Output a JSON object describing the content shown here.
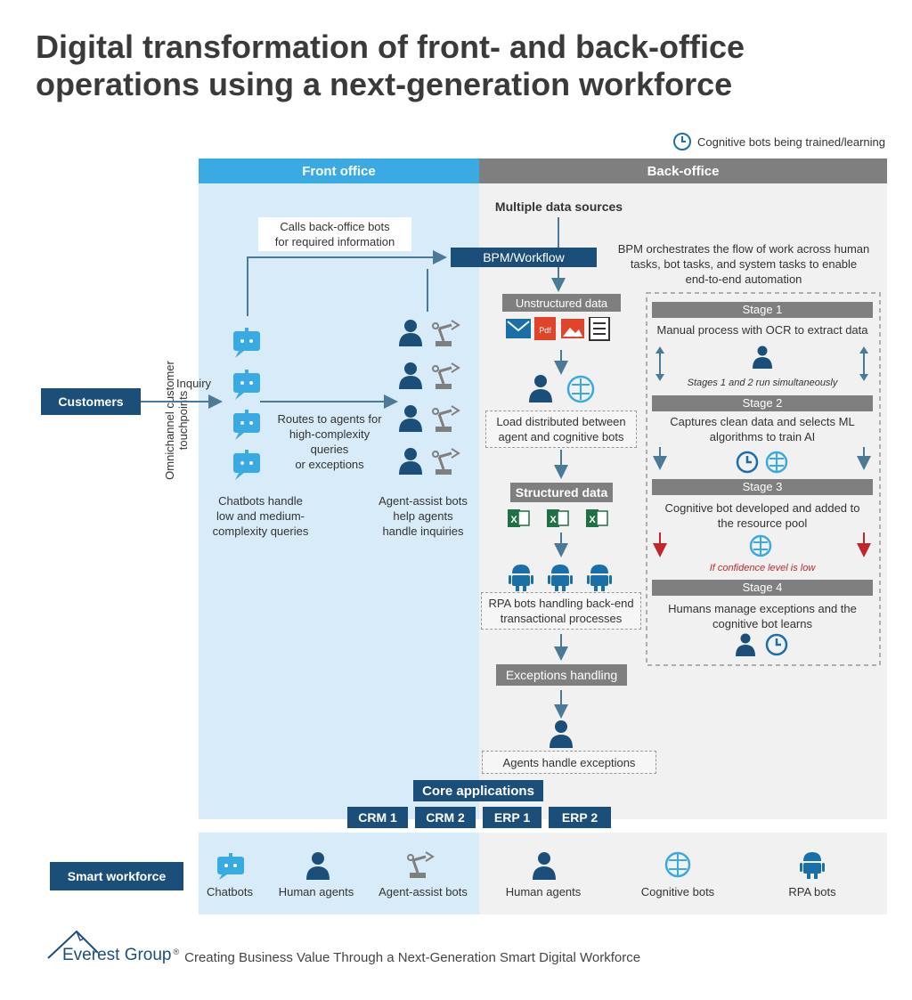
{
  "title": "Digital transformation of front- and back-office operations using a next-generation workforce",
  "legend": {
    "icon": "clock-icon",
    "text": "Cognitive bots being trained/learning"
  },
  "front_office": {
    "label": "Front office"
  },
  "back_office": {
    "label": "Back-office"
  },
  "customers": "Customers",
  "omnichannel": "Omnichannel customer touchpoints",
  "inquiry": "Inquiry",
  "calls_back_office": [
    "Calls back-office bots",
    "for required information"
  ],
  "routes_to_agents": [
    "Routes to agents for",
    "high-complexity",
    "queries",
    "or exceptions"
  ],
  "chatbots_caption": [
    "Chatbots handle",
    "low and medium-",
    "complexity queries"
  ],
  "agent_assist_caption": [
    "Agent-assist bots",
    "help agents",
    "handle inquiries"
  ],
  "multiple_data_sources": "Multiple data sources",
  "bpm_workflow": "BPM/Workflow",
  "bpm_description": [
    "BPM orchestrates the flow of work across human",
    "tasks, bot tasks, and system tasks to enable",
    "end-to-end automation"
  ],
  "unstructured_data": "Unstructured data",
  "unstructured_icons": {
    "pdf": "Pdf"
  },
  "load_distributed": [
    "Load distributed between",
    "agent and cognitive bots"
  ],
  "structured_data": "Structured data",
  "rpa_bots": [
    "RPA bots handling back-end",
    "transactional processes"
  ],
  "exceptions_handling": "Exceptions handling",
  "agents_handle_exceptions": "Agents handle exceptions",
  "stages": {
    "stage1_title": "Stage 1",
    "stage1_text": "Manual process with OCR to extract data",
    "simultaneous": "Stages 1 and 2 run simultaneously",
    "stage2_title": "Stage 2",
    "stage2_text": [
      "Captures clean data and selects ML",
      "algorithms to train AI"
    ],
    "stage3_title": "Stage 3",
    "stage3_text": [
      "Cognitive bot developed and added to",
      "the resource pool"
    ],
    "low_confidence": "If confidence level is low",
    "stage4_title": "Stage 4",
    "stage4_text": [
      "Humans manage exceptions and the",
      "cognitive bot learns"
    ]
  },
  "core_applications": "Core applications",
  "apps": [
    "CRM 1",
    "CRM 2",
    "ERP 1",
    "ERP 2"
  ],
  "smart_workforce": {
    "label": "Smart workforce",
    "items": [
      "Chatbots",
      "Human agents",
      "Agent-assist bots",
      "Human agents",
      "Cognitive bots",
      "RPA bots"
    ]
  },
  "footer": {
    "brand": "Everest Group",
    "mark": "®",
    "text": "Creating Business Value Through a Next-Generation Smart Digital Workforce"
  },
  "colors": {
    "dark_blue": "#1b4f7a",
    "light_blue": "#3aaae2",
    "front_bg": "#d7ebf8",
    "grey": "#7f7f7f",
    "back_bg": "#f1f1f1",
    "red": "#c0272d"
  }
}
